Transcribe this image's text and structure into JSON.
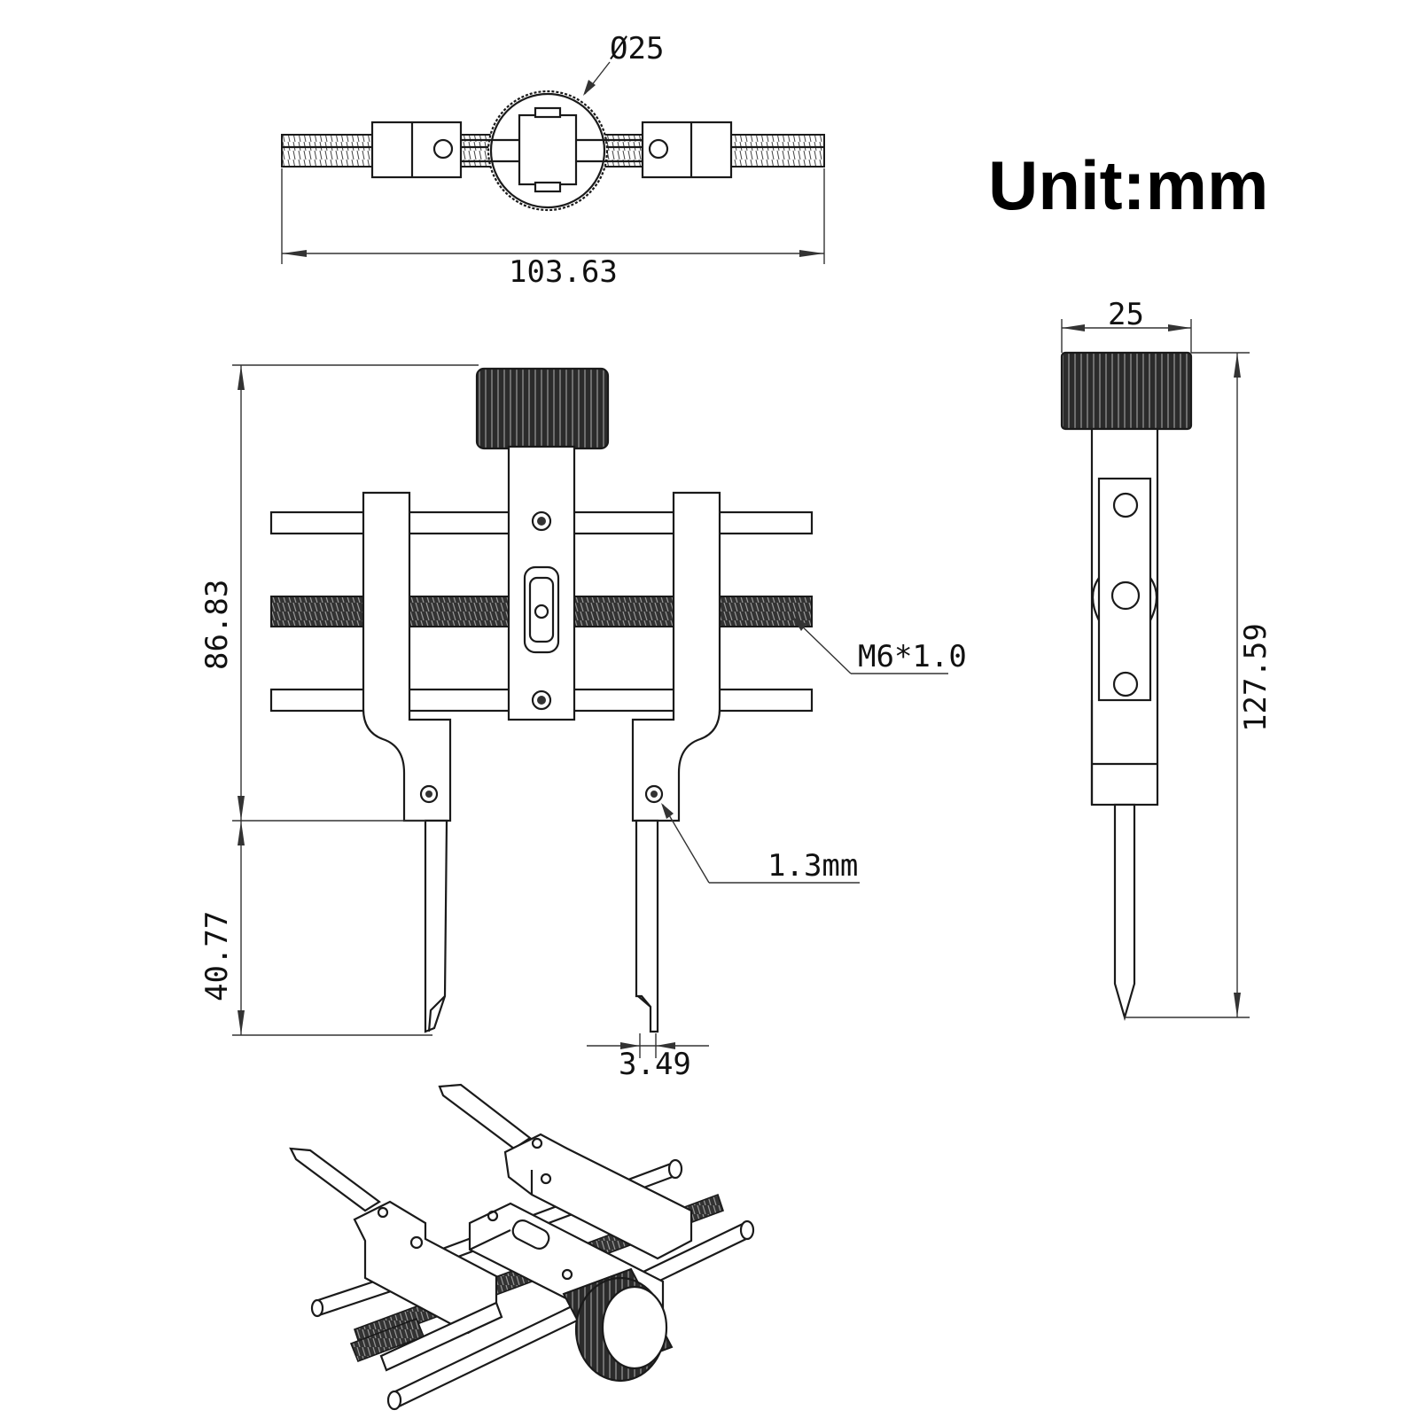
{
  "unit_label": "Unit:mm",
  "dimensions": {
    "total_width": "103.63",
    "knob_diameter": "Ø25",
    "body_height": "86.83",
    "tip_length": "40.77",
    "thread_spec": "M6*1.0",
    "pin_diameter": "1.3mm",
    "tip_gap": "3.49",
    "knob_width": "25",
    "total_height": "127.59"
  },
  "colors": {
    "line": "#1a1a1a",
    "background": "#ffffff"
  }
}
